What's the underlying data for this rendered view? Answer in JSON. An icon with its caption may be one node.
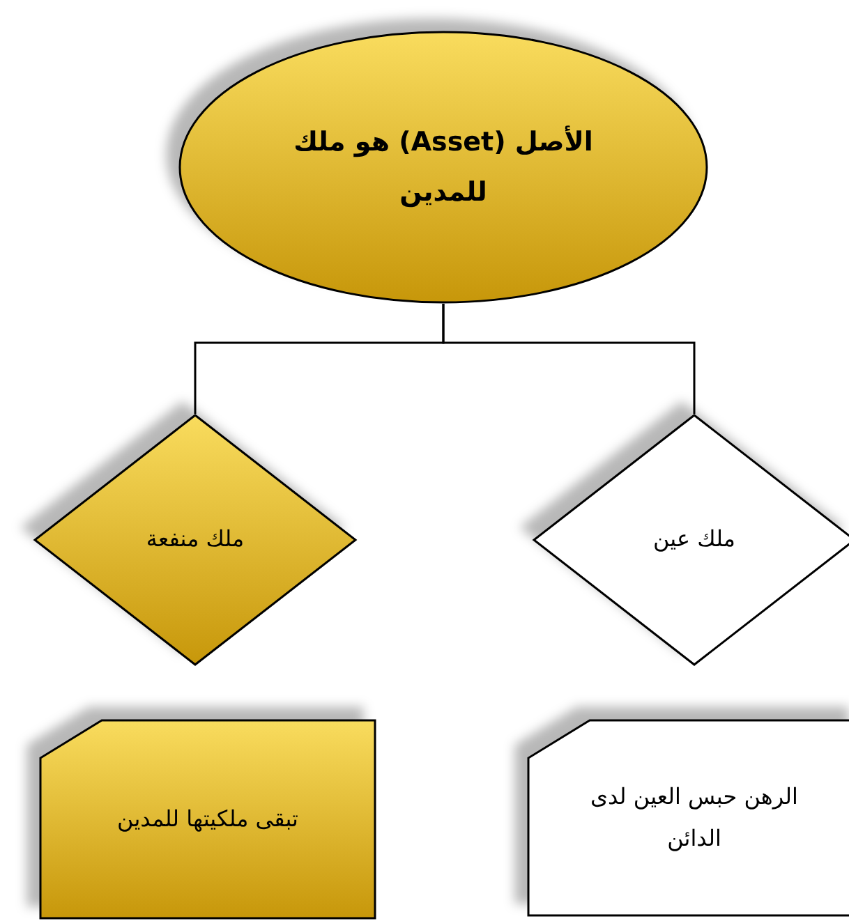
{
  "diagram": {
    "nodes": [
      {
        "text": [
          "الأصل (Asset) هو ملك للمدين"
        ]
      },
      {
        "text": [
          "ملك منفعة"
        ]
      },
      {
        "text": [
          "ملك عين"
        ]
      },
      {
        "text": [
          "تبقى ملكيتها للمدين"
        ]
      },
      {
        "text": [
          "الرهن حبس العين لدى الدائن"
        ]
      }
    ],
    "edges": [
      {
        "from": 0,
        "to": 1,
        "arrow": "none"
      },
      {
        "from": 0,
        "to": 2,
        "arrow": "none"
      }
    ]
  }
}
